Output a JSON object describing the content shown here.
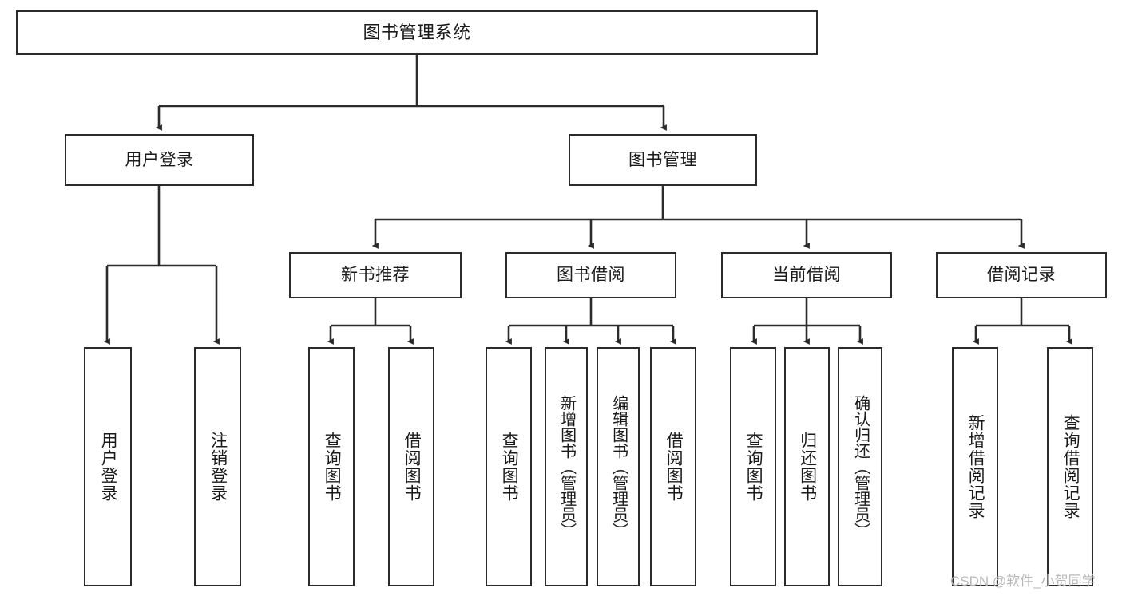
{
  "diagram": {
    "title": "图书管理系统",
    "type": "functional-structure-tree",
    "nodes": {
      "root": {
        "label": "图书管理系统"
      },
      "user_login": {
        "label": "用户登录"
      },
      "book_manage": {
        "label": "图书管理"
      },
      "new_book_rec": {
        "label": "新书推荐"
      },
      "book_borrow": {
        "label": "图书借阅"
      },
      "current_borrow": {
        "label": "当前借阅"
      },
      "borrow_record": {
        "label": "借阅记录"
      },
      "leaf_user_login": {
        "label": "用户登录"
      },
      "leaf_user_logout": {
        "label": "注销登录"
      },
      "leaf_query_book_1": {
        "label": "查询图书"
      },
      "leaf_borrow_book_1": {
        "label": "借阅图书"
      },
      "leaf_query_book_2": {
        "label": "查询图书"
      },
      "leaf_add_book": {
        "label": "新增图书（管理员）"
      },
      "leaf_edit_book": {
        "label": "编辑图书（管理员）"
      },
      "leaf_borrow_book_2": {
        "label": "借阅图书"
      },
      "leaf_query_book_3": {
        "label": "查询图书"
      },
      "leaf_return_book": {
        "label": "归还图书"
      },
      "leaf_confirm_return": {
        "label": "确认归还（管理员）"
      },
      "leaf_add_record": {
        "label": "新增借阅记录"
      },
      "leaf_query_record": {
        "label": "查询借阅记录"
      }
    },
    "watermark": "CSDN @软件_小贺同学",
    "colors": {
      "stroke": "#2b2b2b",
      "fill": "#ffffff",
      "text": "#1a1a1a",
      "watermark": "#b9b9b9"
    }
  }
}
